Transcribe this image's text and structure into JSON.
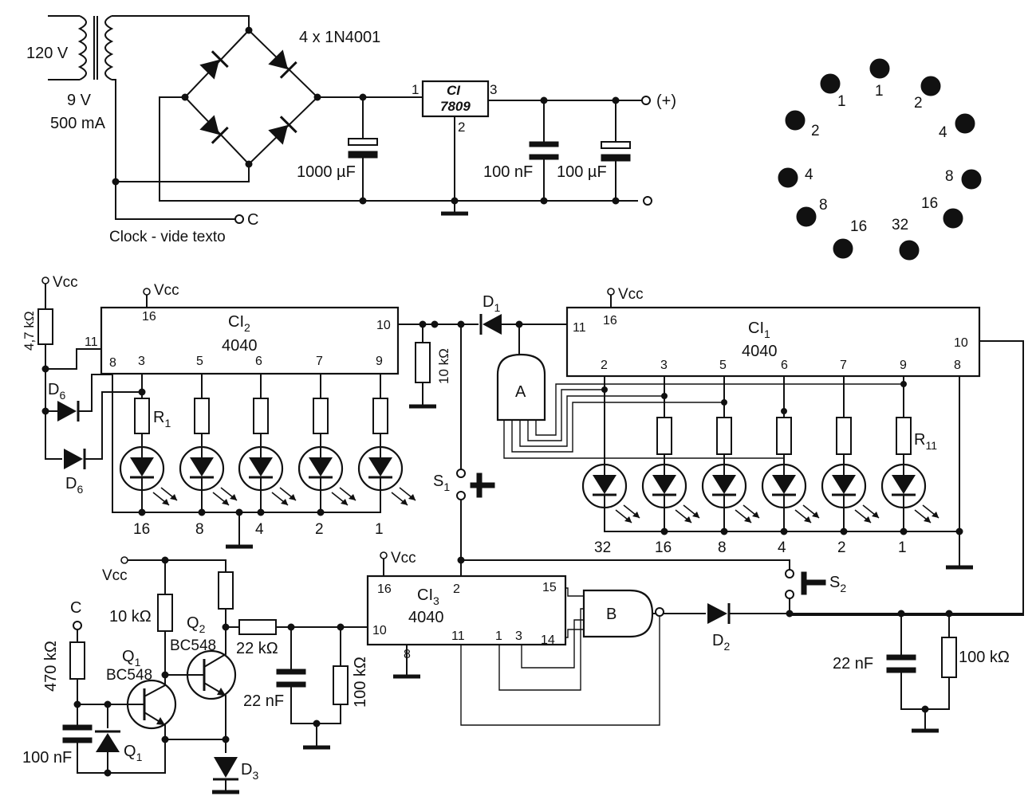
{
  "power": {
    "mains": "120 V",
    "sec_v": "9 V",
    "sec_i": "500 mA",
    "bridge": "4 x 1N4001",
    "cap_in": "1000 µF",
    "reg_name": "CI",
    "reg_part": "7809",
    "reg_pin1": "1",
    "reg_pin2": "2",
    "reg_pin3": "3",
    "cap_100n": "100 nF",
    "cap_100u": "100 µF",
    "out_plus": "(+)",
    "clock_pin": "C",
    "clock_note": "Clock - vide texto"
  },
  "display": {
    "dots": [
      "1",
      "1",
      "2",
      "2",
      "4",
      "4",
      "8",
      "8",
      "16",
      "16",
      "32"
    ]
  },
  "ci2": {
    "name": "CI",
    "sub": "2",
    "part": "4040",
    "vcc": "Vcc",
    "pin16": "16",
    "pin10": "10",
    "pin11": "11",
    "pins_top": [
      "8",
      "3",
      "5",
      "6",
      "7",
      "9"
    ],
    "r_pullup": "4,7 kΩ",
    "vcc_left": "Vcc",
    "r10k": "10 kΩ",
    "d6a": "D",
    "d6a_sub": "6",
    "d6b": "D",
    "d6b_sub": "6",
    "r1": "R",
    "r1_sub": "1",
    "led_weights": [
      "16",
      "8",
      "4",
      "2",
      "1"
    ]
  },
  "ci1": {
    "name": "CI",
    "sub": "1",
    "part": "4040",
    "vcc": "Vcc",
    "pin16": "16",
    "pin11": "11",
    "pin10": "10",
    "pin8": "8",
    "pins_bottom": [
      "2",
      "3",
      "5",
      "6",
      "7",
      "9"
    ],
    "d1": "D",
    "d1_sub": "1",
    "gate_a": "A",
    "r11": "R",
    "r11_sub": "11",
    "led_weights": [
      "32",
      "16",
      "8",
      "4",
      "2",
      "1"
    ]
  },
  "ci3": {
    "name": "CI",
    "sub": "3",
    "part": "4040",
    "vcc": "Vcc",
    "pin16": "16",
    "pin2": "2",
    "pin15": "15",
    "pin10": "10",
    "pin11": "11",
    "pin1": "1",
    "pin3": "3",
    "pin14": "14",
    "pin8": "8",
    "gate_b": "B",
    "d2": "D",
    "d2_sub": "2",
    "s1": "S",
    "s1_sub": "1",
    "s2": "S",
    "s2_sub": "2",
    "cap22n": "22 nF",
    "r100k": "100 kΩ"
  },
  "osc": {
    "vcc": "Vcc",
    "r10k": "10 kΩ",
    "q2": "Q",
    "q2_sub": "2",
    "q2_part": "BC548",
    "q1": "Q",
    "q1_sub": "1",
    "q1_part": "BC548",
    "r22k": "22 kΩ",
    "c22n": "22 nF",
    "r100k": "100 kΩ",
    "c_label": "C",
    "r470k": "470 kΩ",
    "c100n": "100 nF",
    "dq1": "Q",
    "dq1_sub": "1",
    "d3": "D",
    "d3_sub": "3"
  }
}
